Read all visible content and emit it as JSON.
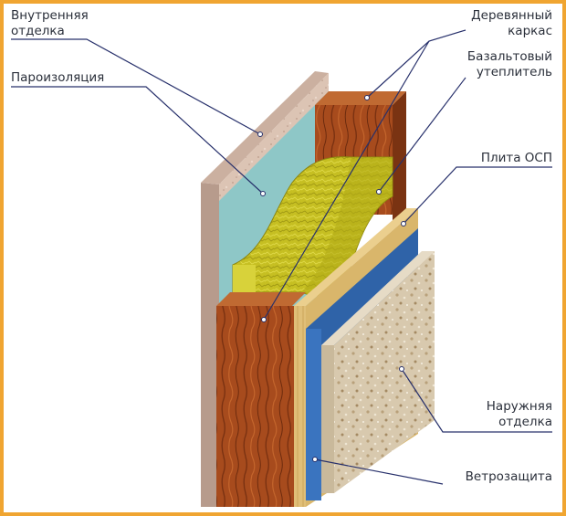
{
  "labels": {
    "inner_finish": [
      "Внутренняя",
      "отделка"
    ],
    "vapor_barrier": "Пароизоляция",
    "wood_frame": [
      "Деревянный",
      "каркас"
    ],
    "basalt_insulation": [
      "Базальтовый",
      "утеплитель"
    ],
    "osb_board": "Плита ОСП",
    "outer_finish": [
      "Наружняя",
      "отделка"
    ],
    "wind_barrier": "Ветрозащита"
  },
  "colors": {
    "frame_border": "#f0a531",
    "leader_line": "#27306b",
    "inner_finish": "#dcc3b2",
    "vapor_barrier": "#8ec7c7",
    "wood": "#a2471b",
    "insulation": "#c7c024",
    "osb": "#e2c27a",
    "wind_barrier": "#2f63a8",
    "outer_finish": "#d9cbb2"
  }
}
